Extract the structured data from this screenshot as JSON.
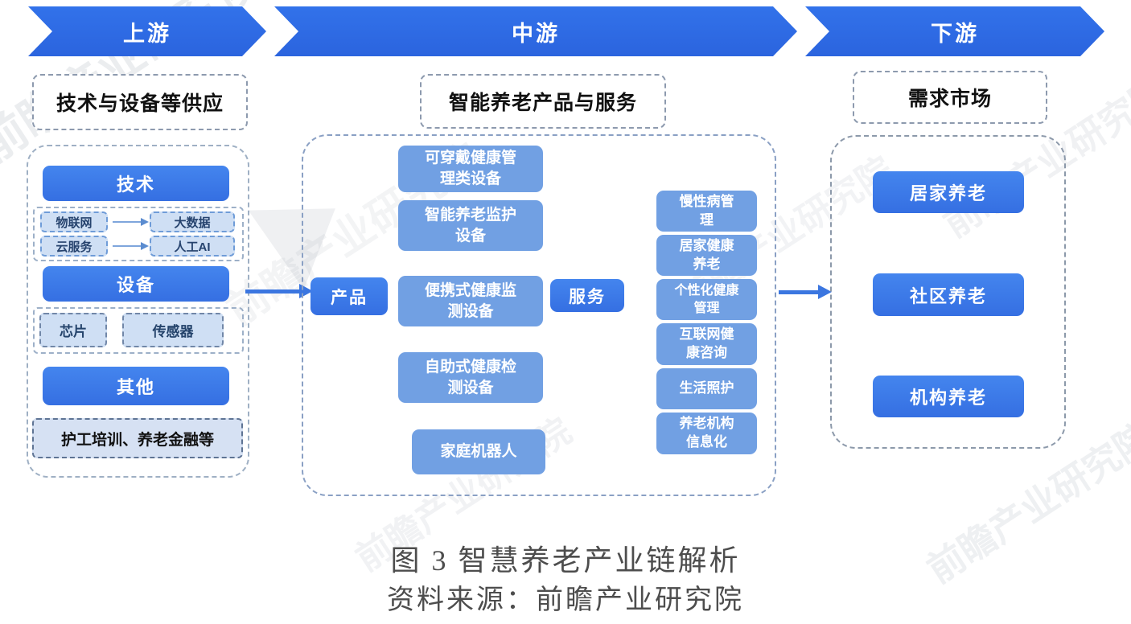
{
  "header": {
    "segments": [
      {
        "label": "上游"
      },
      {
        "label": "中游"
      },
      {
        "label": "下游"
      }
    ]
  },
  "upstream": {
    "title": "技术与设备等供应",
    "tech": {
      "header": "技术",
      "rows": [
        {
          "left": "物联网",
          "right": "大数据"
        },
        {
          "left": "云服务",
          "right": "人工AI"
        }
      ]
    },
    "equipment": {
      "header": "设备",
      "items": [
        "芯片",
        "传感器"
      ]
    },
    "other": {
      "header": "其他",
      "item": "护工培训、养老金融等"
    }
  },
  "midstream": {
    "title": "智能养老产品与服务",
    "product_label": "产品",
    "service_label": "服务",
    "products": [
      "可穿戴健康管\n理类设备",
      "智能养老监护\n设备",
      "便携式健康监\n测设备",
      "自助式健康检\n测设备",
      "家庭机器人"
    ],
    "services": [
      "慢性病管\n理",
      "居家健康\n养老",
      "个性化健康\n管理",
      "互联网健\n康咨询",
      "生活照护",
      "养老机构\n信息化"
    ]
  },
  "downstream": {
    "title": "需求市场",
    "items": [
      "居家养老",
      "社区养老",
      "机构养老"
    ]
  },
  "caption": {
    "title": "图 3 智慧养老产业链解析",
    "source": "资料来源：前瞻产业研究院"
  },
  "watermark": "前瞻产业研究院",
  "colors": {
    "band_blue": "#2e6ae2",
    "solid_blue": "#3b78e6",
    "medium_blue": "#71a0e3",
    "light_fill": "#cfdff4",
    "dash_gray": "#9fb0c4",
    "caption_gray": "#4d4d4d"
  }
}
